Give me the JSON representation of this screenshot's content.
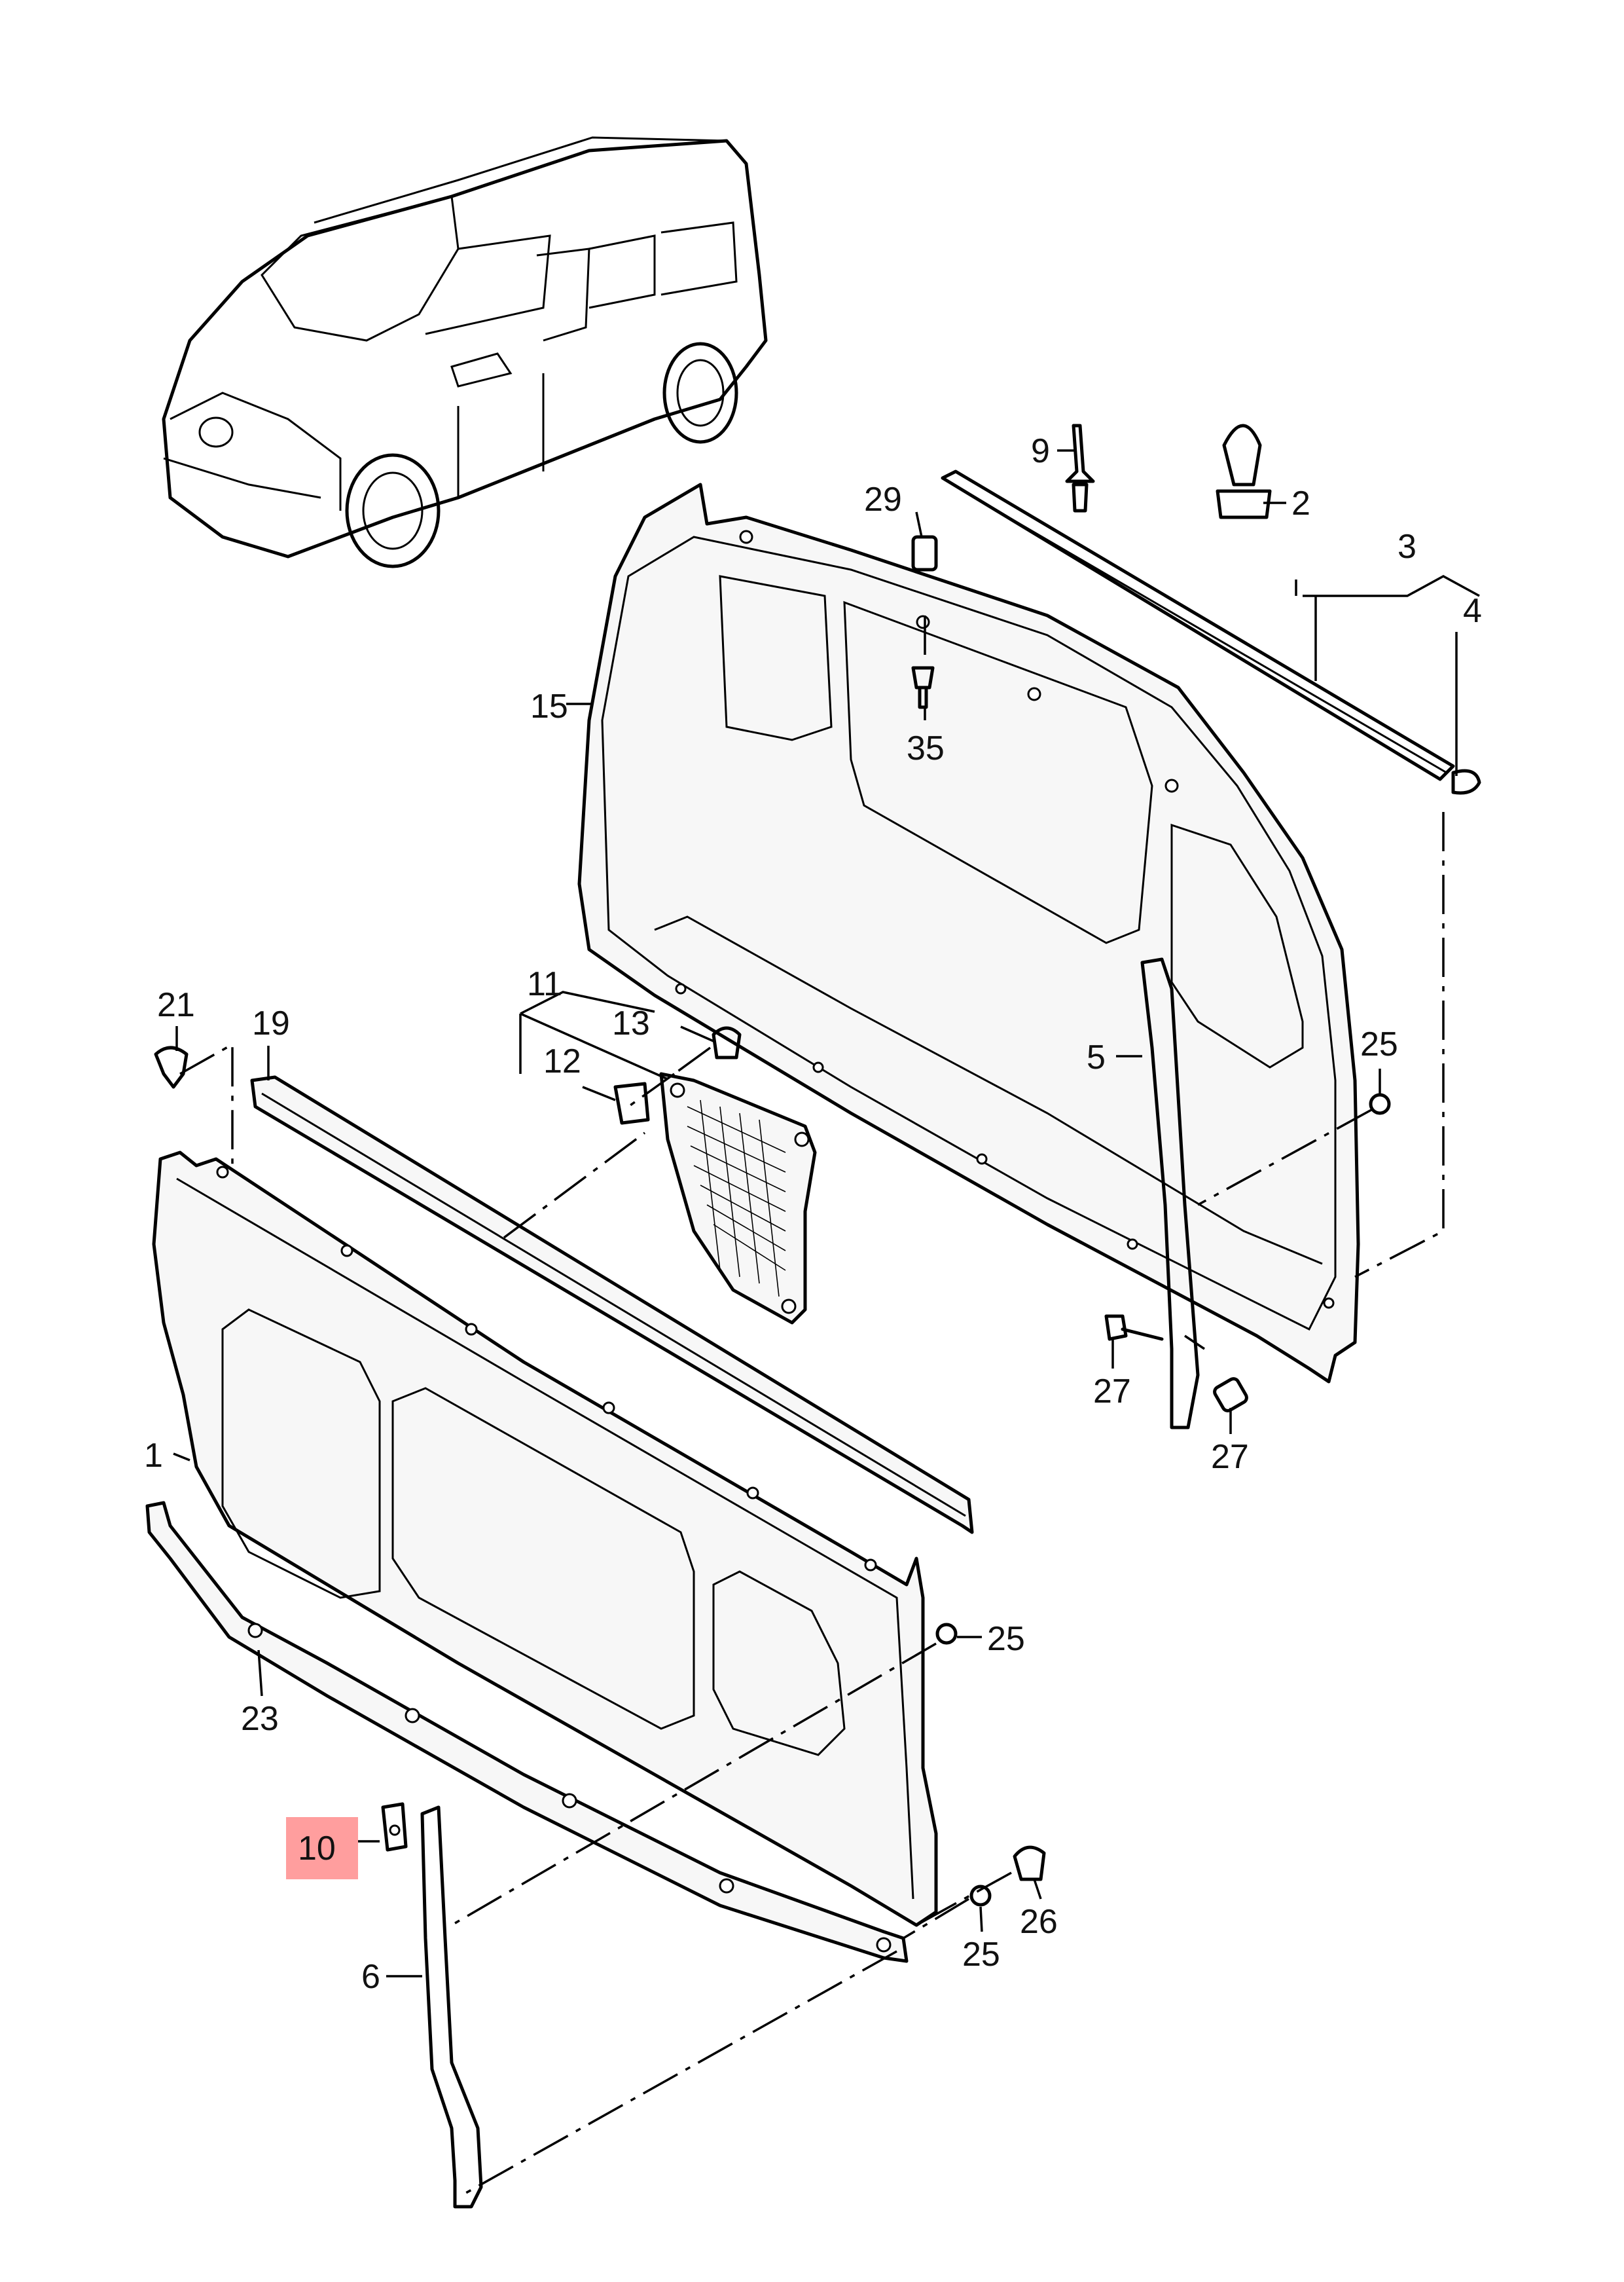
{
  "callouts": [
    {
      "id": "1",
      "label": "1"
    },
    {
      "id": "2",
      "label": "2"
    },
    {
      "id": "3",
      "label": "3"
    },
    {
      "id": "4",
      "label": "4"
    },
    {
      "id": "5",
      "label": "5"
    },
    {
      "id": "6",
      "label": "6"
    },
    {
      "id": "9",
      "label": "9"
    },
    {
      "id": "10",
      "label": "10",
      "highlighted": true
    },
    {
      "id": "11",
      "label": "11"
    },
    {
      "id": "12",
      "label": "12"
    },
    {
      "id": "13",
      "label": "13"
    },
    {
      "id": "15",
      "label": "15"
    },
    {
      "id": "19",
      "label": "19"
    },
    {
      "id": "21",
      "label": "21"
    },
    {
      "id": "23",
      "label": "23"
    },
    {
      "id": "25a",
      "label": "25"
    },
    {
      "id": "25b",
      "label": "25"
    },
    {
      "id": "25c",
      "label": "25"
    },
    {
      "id": "26",
      "label": "26"
    },
    {
      "id": "27a",
      "label": "27"
    },
    {
      "id": "27b",
      "label": "27"
    },
    {
      "id": "29",
      "label": "29"
    },
    {
      "id": "35",
      "label": "35"
    }
  ],
  "highlight_color": "#ff9e9e"
}
